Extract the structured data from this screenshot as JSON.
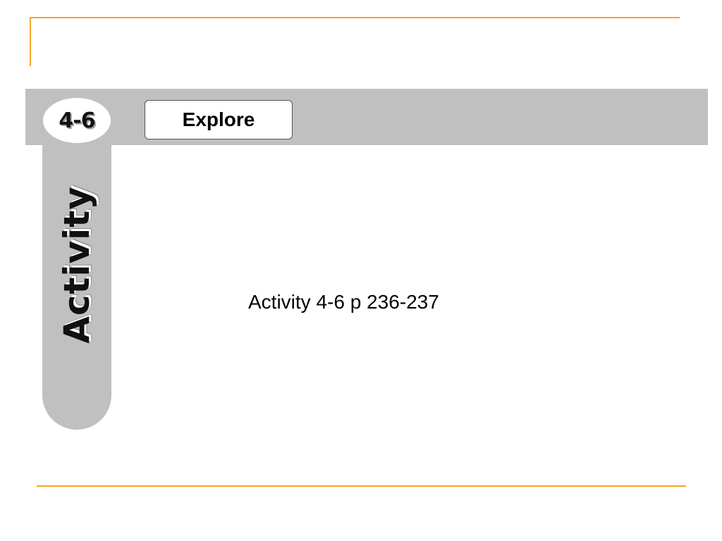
{
  "slide": {
    "badge_label": "4-6",
    "header_box_label": "Explore",
    "side_label": "Activity",
    "body_text": "Activity 4-6 p 236-237"
  },
  "colors": {
    "accent_rule": "#f5a623",
    "banner_gray": "#c0c0c0",
    "background": "#ffffff"
  }
}
